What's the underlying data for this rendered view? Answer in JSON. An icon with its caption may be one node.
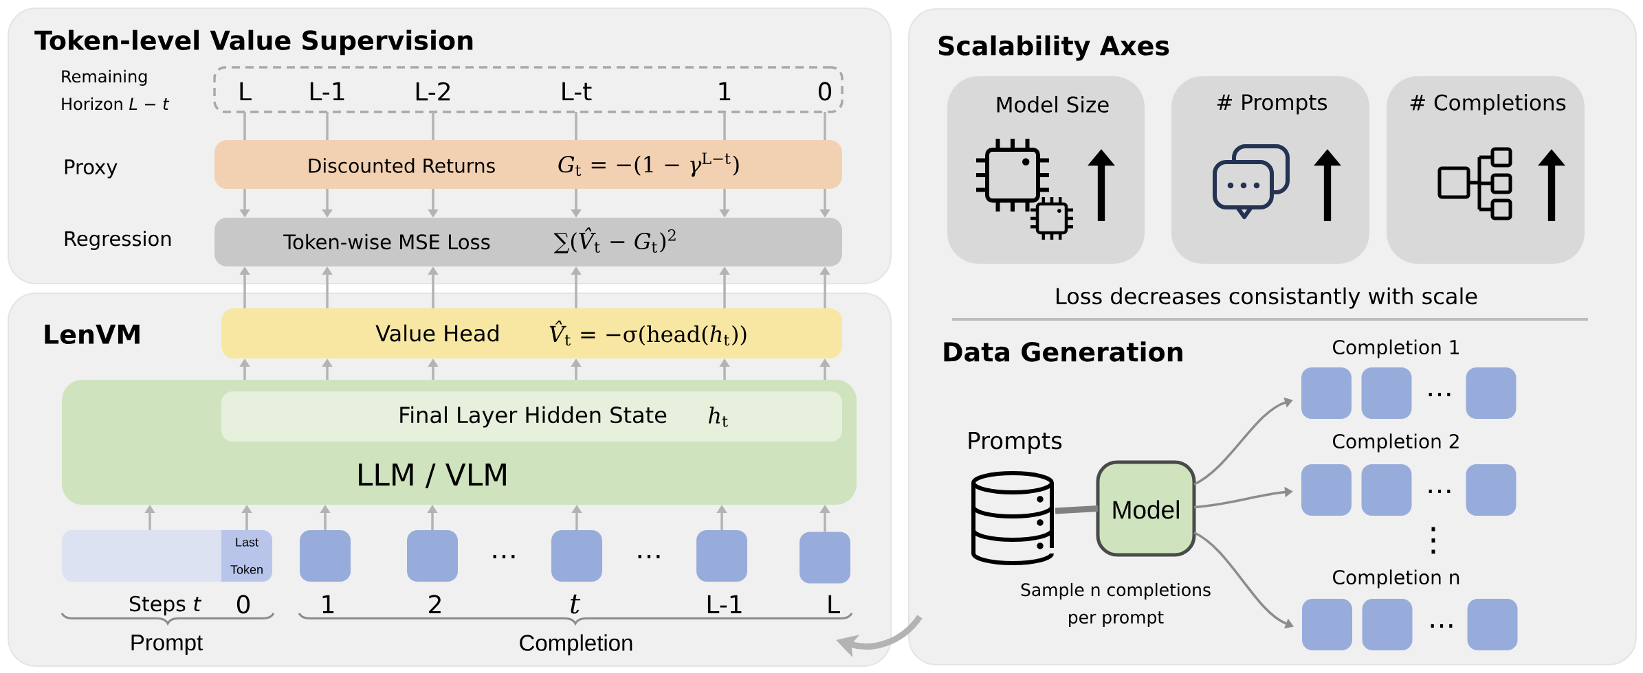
{
  "diagram": {
    "nodes": [
      {
        "text": [
          "Token-level Value Supervision"
        ]
      },
      {
        "text": [
          "L",
          "L-1",
          "L-2",
          "L-t",
          "1",
          "0"
        ],
        "in": 0
      },
      {
        "text": [
          "Discounted Returns",
          "*G*$_{t}$ = −(1 − *γ*$^{L−t}$)"
        ],
        "in": 0
      },
      {
        "text": [
          "Token-wise MSE Loss",
          "∑(*V̂*$_{t}$ − *G*$_{t}$)$^{2}$"
        ],
        "in": 0
      },
      {
        "text": [
          "LenVM"
        ]
      },
      {
        "text": [
          "Value Head",
          "*V̂*$_{t}$ = −σ(head(*h*$_{t}$))"
        ],
        "in": 4
      },
      {
        "text": [
          "LLM / VLM"
        ],
        "in": 4
      },
      {
        "text": [
          "Final Layer Hidden State",
          "*h*$_{t}$"
        ],
        "in": 6
      },
      {
        "text": [],
        "shape": "bar",
        "in": 4
      },
      {
        "text": [
          "Last Token"
        ],
        "beside": [
          "0"
        ],
        "in": 4
      },
      {
        "text": [],
        "shape": "box",
        "beside": [
          "1"
        ],
        "in": 4
      },
      {
        "text": [],
        "shape": "box",
        "beside": [
          "2"
        ],
        "in": 4
      },
      {
        "text": [],
        "shape": "box",
        "beside": [
          "t"
        ],
        "in": 4
      },
      {
        "text": [],
        "shape": "box",
        "beside": [
          "L-1"
        ],
        "in": 4
      },
      {
        "text": [],
        "shape": "box",
        "beside": [
          "L"
        ],
        "in": 4
      },
      {
        "text": [
          "Scalability Axes",
          "Loss decreases consistantly with scale",
          "Data Generation"
        ]
      },
      {
        "text": [
          "Model Size"
        ],
        "in": 15
      },
      {
        "text": [
          "# Prompts"
        ],
        "in": 15
      },
      {
        "text": [
          "# Completions"
        ],
        "in": 15
      },
      {
        "text": [],
        "shape": "cylinder",
        "beside": [
          "Prompts"
        ],
        "in": 15
      },
      {
        "text": [
          "Model"
        ],
        "in": 15
      },
      {
        "text": [],
        "shape": "box",
        "in": 15
      },
      {
        "text": [],
        "shape": "box",
        "in": 15
      },
      {
        "text": [],
        "shape": "box",
        "in": 15
      },
      {
        "text": [],
        "shape": "box",
        "in": 15
      },
      {
        "text": [],
        "shape": "box",
        "in": 15
      },
      {
        "text": [],
        "shape": "box",
        "in": 15
      },
      {
        "text": [],
        "shape": "box",
        "in": 15
      },
      {
        "text": [],
        "shape": "box",
        "in": 15
      },
      {
        "text": [],
        "shape": "box",
        "in": 15
      }
    ],
    "edges": [
      {
        "from": 1,
        "to": 2,
        "arrow": "none"
      },
      {
        "from": 1,
        "to": 2,
        "arrow": "none"
      },
      {
        "from": 1,
        "to": 2,
        "arrow": "none"
      },
      {
        "from": 1,
        "to": 2,
        "arrow": "none"
      },
      {
        "from": 1,
        "to": 2,
        "arrow": "none"
      },
      {
        "from": 1,
        "to": 2,
        "arrow": "none"
      },
      {
        "from": 2,
        "to": 3,
        "arrow": "to"
      },
      {
        "from": 2,
        "to": 3,
        "arrow": "to"
      },
      {
        "from": 2,
        "to": 3,
        "arrow": "to"
      },
      {
        "from": 2,
        "to": 3,
        "arrow": "to"
      },
      {
        "from": 2,
        "to": 3,
        "arrow": "to"
      },
      {
        "from": 2,
        "to": 3,
        "arrow": "to"
      },
      {
        "from": 5,
        "to": 3,
        "arrow": "to"
      },
      {
        "from": 5,
        "to": 3,
        "arrow": "to"
      },
      {
        "from": 5,
        "to": 3,
        "arrow": "to"
      },
      {
        "from": 5,
        "to": 3,
        "arrow": "to"
      },
      {
        "from": 5,
        "to": 3,
        "arrow": "to"
      },
      {
        "from": 5,
        "to": 3,
        "arrow": "to"
      },
      {
        "from": 6,
        "to": 5,
        "arrow": "to"
      },
      {
        "from": 6,
        "to": 5,
        "arrow": "to"
      },
      {
        "from": 6,
        "to": 5,
        "arrow": "to"
      },
      {
        "from": 6,
        "to": 5,
        "arrow": "to"
      },
      {
        "from": 6,
        "to": 5,
        "arrow": "to"
      },
      {
        "from": 6,
        "to": 5,
        "arrow": "to"
      },
      {
        "from": 8,
        "to": 6,
        "arrow": "to"
      },
      {
        "from": 9,
        "to": 6,
        "arrow": "to"
      },
      {
        "from": 10,
        "to": 6,
        "arrow": "to"
      },
      {
        "from": 11,
        "to": 6,
        "arrow": "to"
      },
      {
        "from": 12,
        "to": 6,
        "arrow": "to"
      },
      {
        "from": 13,
        "to": 6,
        "arrow": "to"
      },
      {
        "from": 14,
        "to": 6,
        "arrow": "to"
      },
      {
        "from": 19,
        "to": 20,
        "arrow": "none",
        "style": "thick",
        "color": "#808080"
      },
      {
        "from": 20,
        "to": 21,
        "arrow": "to",
        "color": "#8c8c8c"
      },
      {
        "from": 20,
        "to": 24,
        "arrow": "to",
        "color": "#8c8c8c"
      },
      {
        "from": 20,
        "to": 27,
        "arrow": "to",
        "color": "#8c8c8c"
      },
      {
        "from": 15,
        "to": 4,
        "arrow": "to",
        "style": "thick"
      }
    ],
    "labels": [
      "Remaining Horizon *L* − *t*",
      "Proxy",
      "Regression",
      "…",
      "…",
      "Steps *t*",
      "Prompt",
      "Completion",
      "Completion 1",
      "…",
      "Completion 2",
      "…",
      "⋮",
      "Completion n",
      "…",
      "Sample n completions per prompt"
    ]
  }
}
